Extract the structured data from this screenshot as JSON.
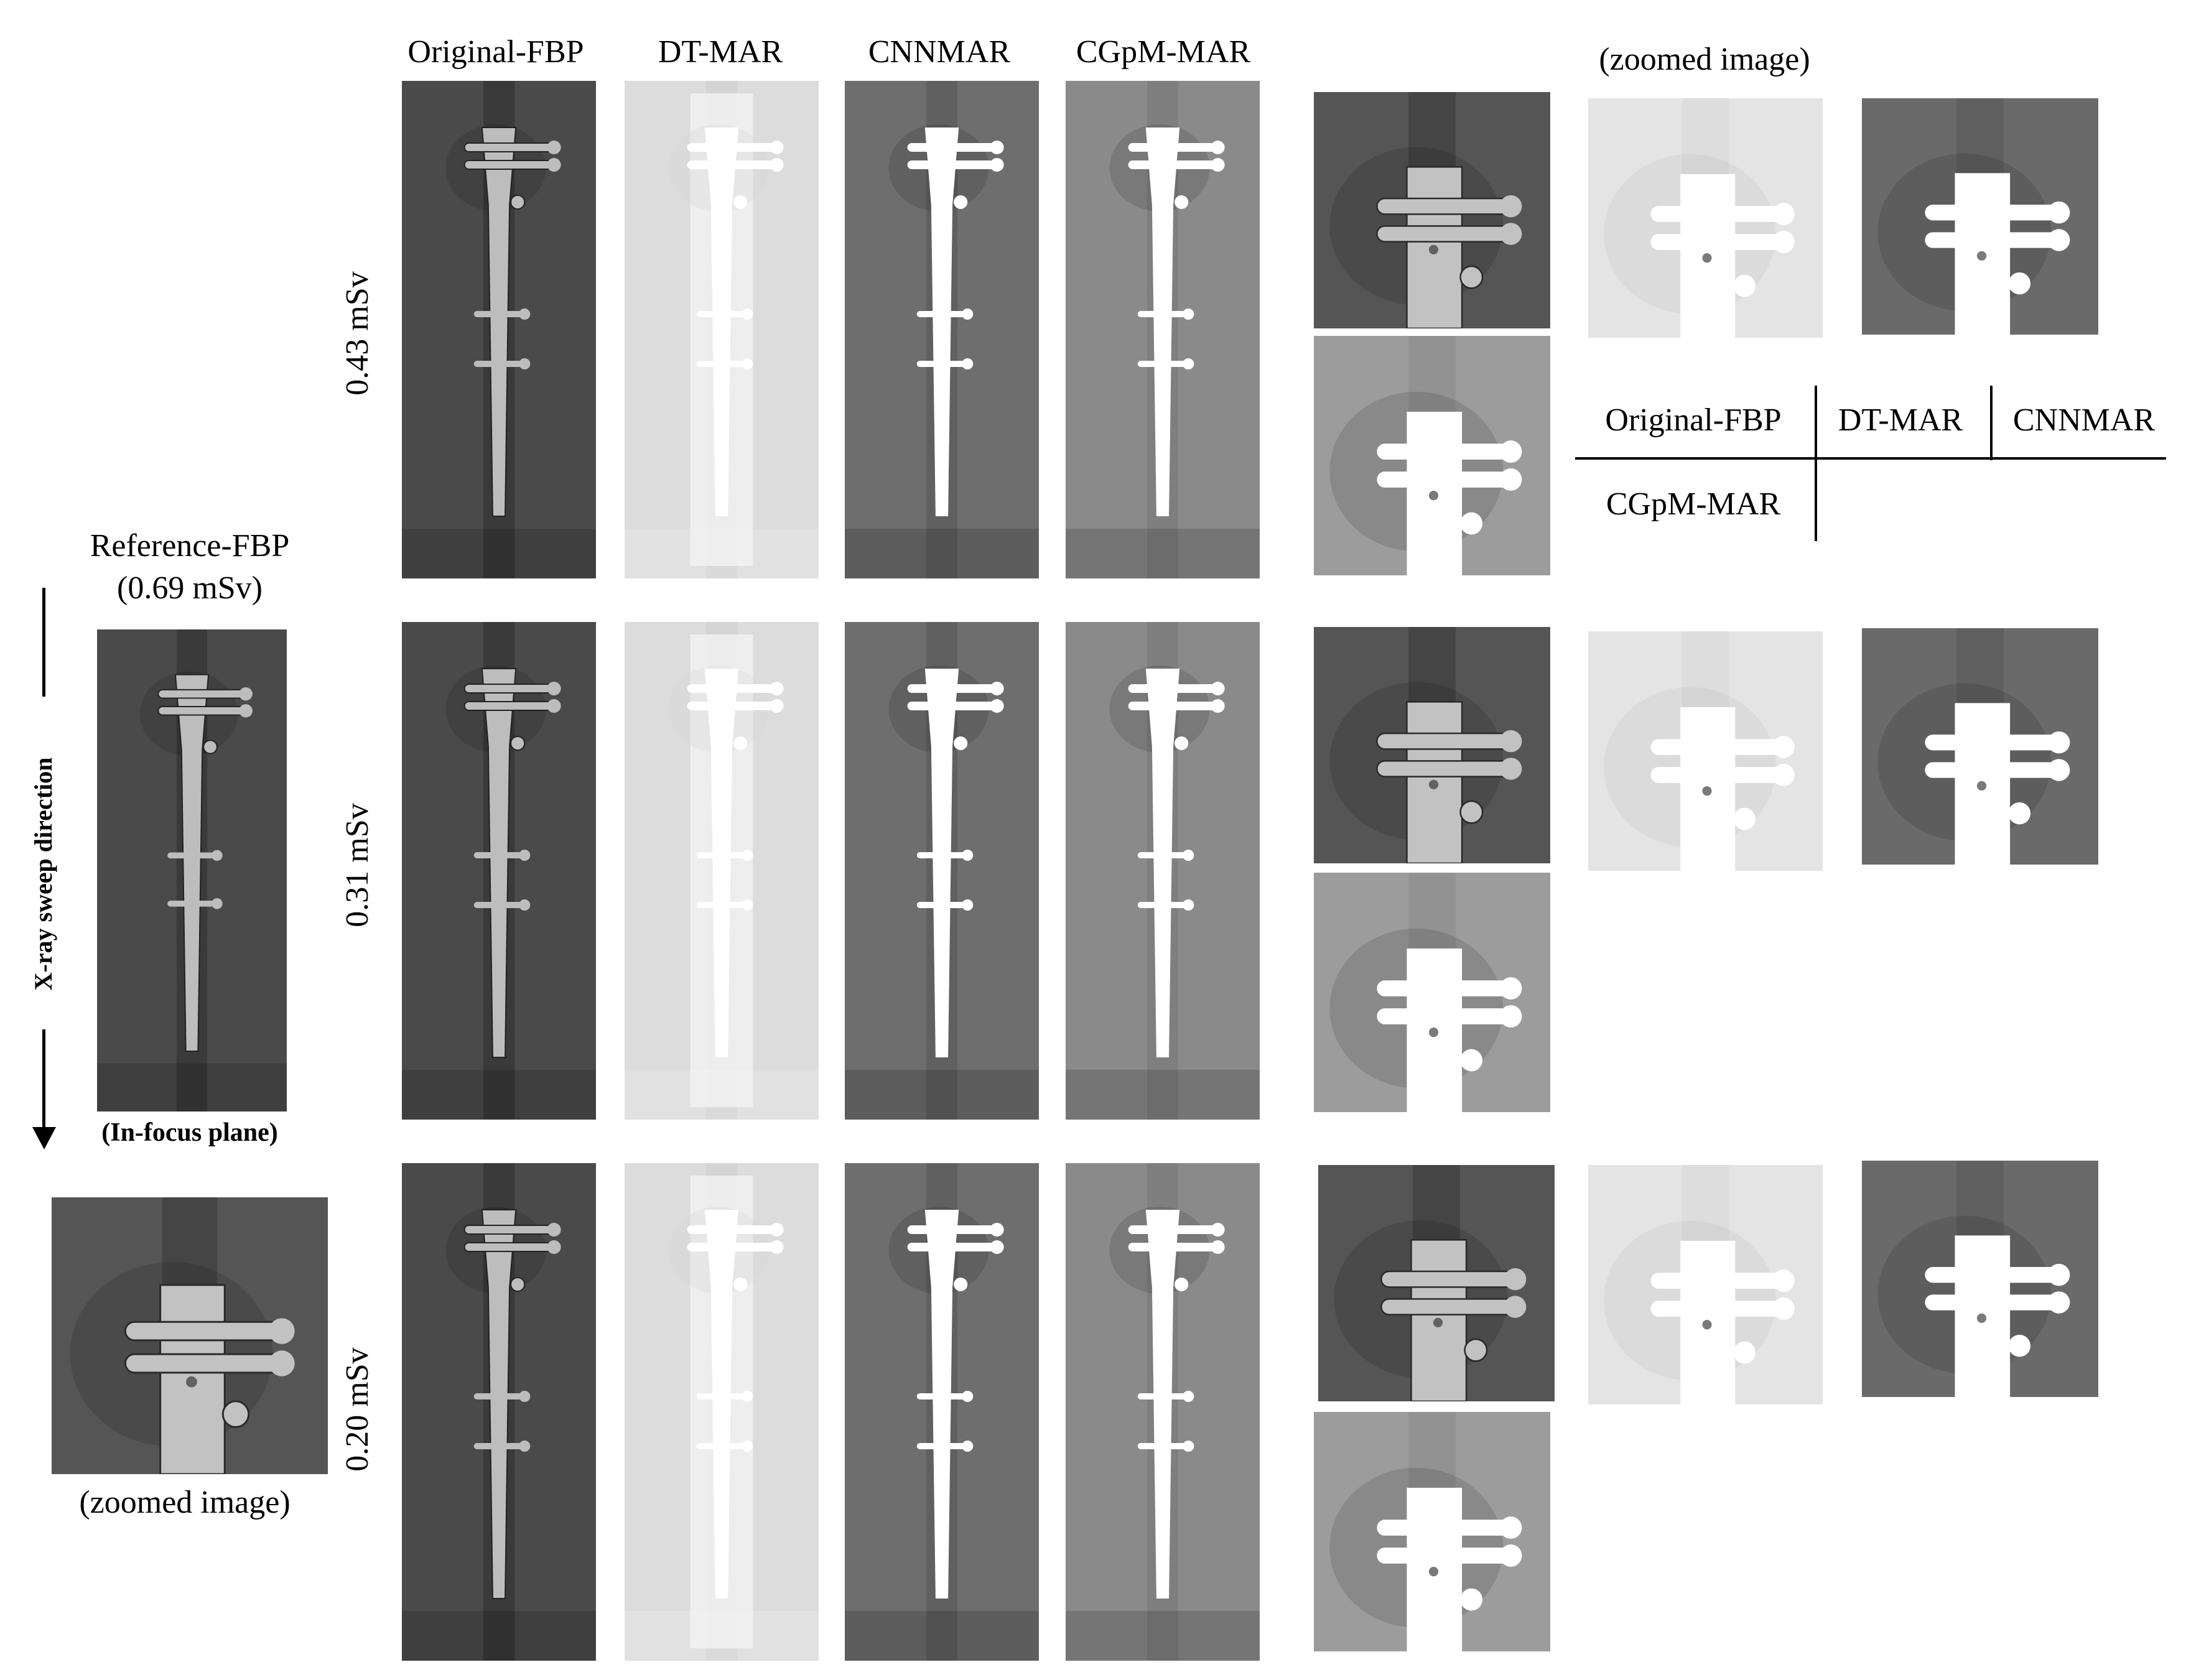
{
  "columns": [
    "Original-FBP",
    "DT-MAR",
    "CNNMAR",
    "CGpM-MAR"
  ],
  "doses": [
    "0.43 mSv",
    "0.31 mSv",
    "0.20 mSv"
  ],
  "reference": {
    "title": "Reference-FBP",
    "dose": "(0.69 mSv)",
    "plane": "(In-focus plane)",
    "zoom_caption": "(zoomed image)"
  },
  "sweep": {
    "label": "X-ray sweep direction"
  },
  "zoom_header": "(zoomed image)",
  "legend": {
    "tl": "Original-FBP",
    "tm": "DT-MAR",
    "tr": "CNNMAR",
    "bl": "CGpM-MAR"
  },
  "colors": {
    "original_bg": "#4a4a4a",
    "dtmar_bg": "#dcdcdc",
    "cnnmar_bg": "#6e6e6e",
    "cgpm_bg": "#8a8a8a",
    "metal": "#ffffff"
  }
}
